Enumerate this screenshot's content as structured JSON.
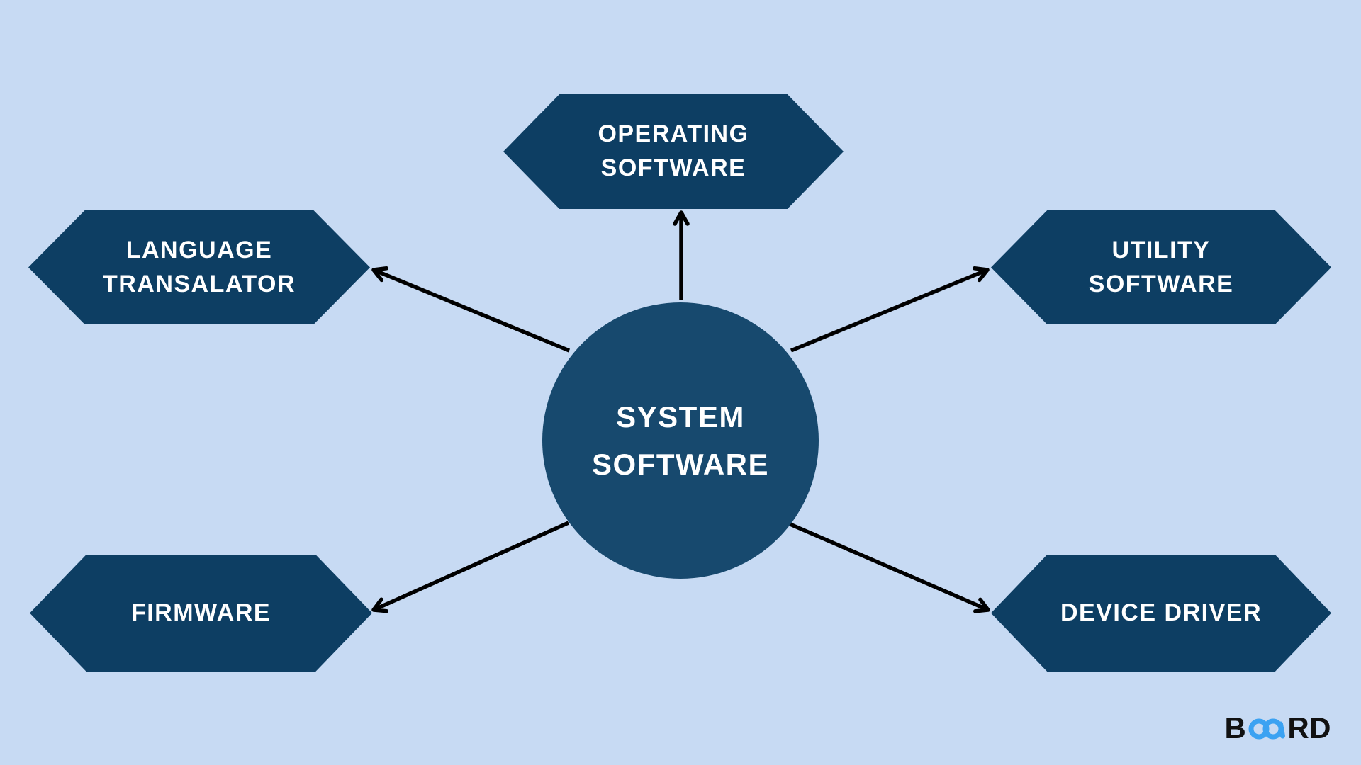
{
  "diagram": {
    "center_node": {
      "line1": "SYSTEM",
      "line2": "SOFTWARE"
    },
    "nodes": {
      "operating": {
        "line1": "OPERATING",
        "line2": "SOFTWARE"
      },
      "language": {
        "line1": "LANGUAGE",
        "line2": "TRANSALATOR"
      },
      "utility": {
        "line1": "UTILITY",
        "line2": "SOFTWARE"
      },
      "firmware": {
        "line1": "FIRMWARE"
      },
      "device": {
        "line1": "DEVICE DRIVER"
      }
    },
    "colors": {
      "background": "#c7daf3",
      "node_fill": "#0d3e63",
      "center_fill": "#17496e",
      "text": "#ffffff",
      "arrow": "#000000",
      "logo_text": "#111111",
      "logo_accent": "#3ba2f2"
    },
    "logo": {
      "prefix": "B",
      "suffix": "RD",
      "icon": "infinity-icon"
    }
  }
}
